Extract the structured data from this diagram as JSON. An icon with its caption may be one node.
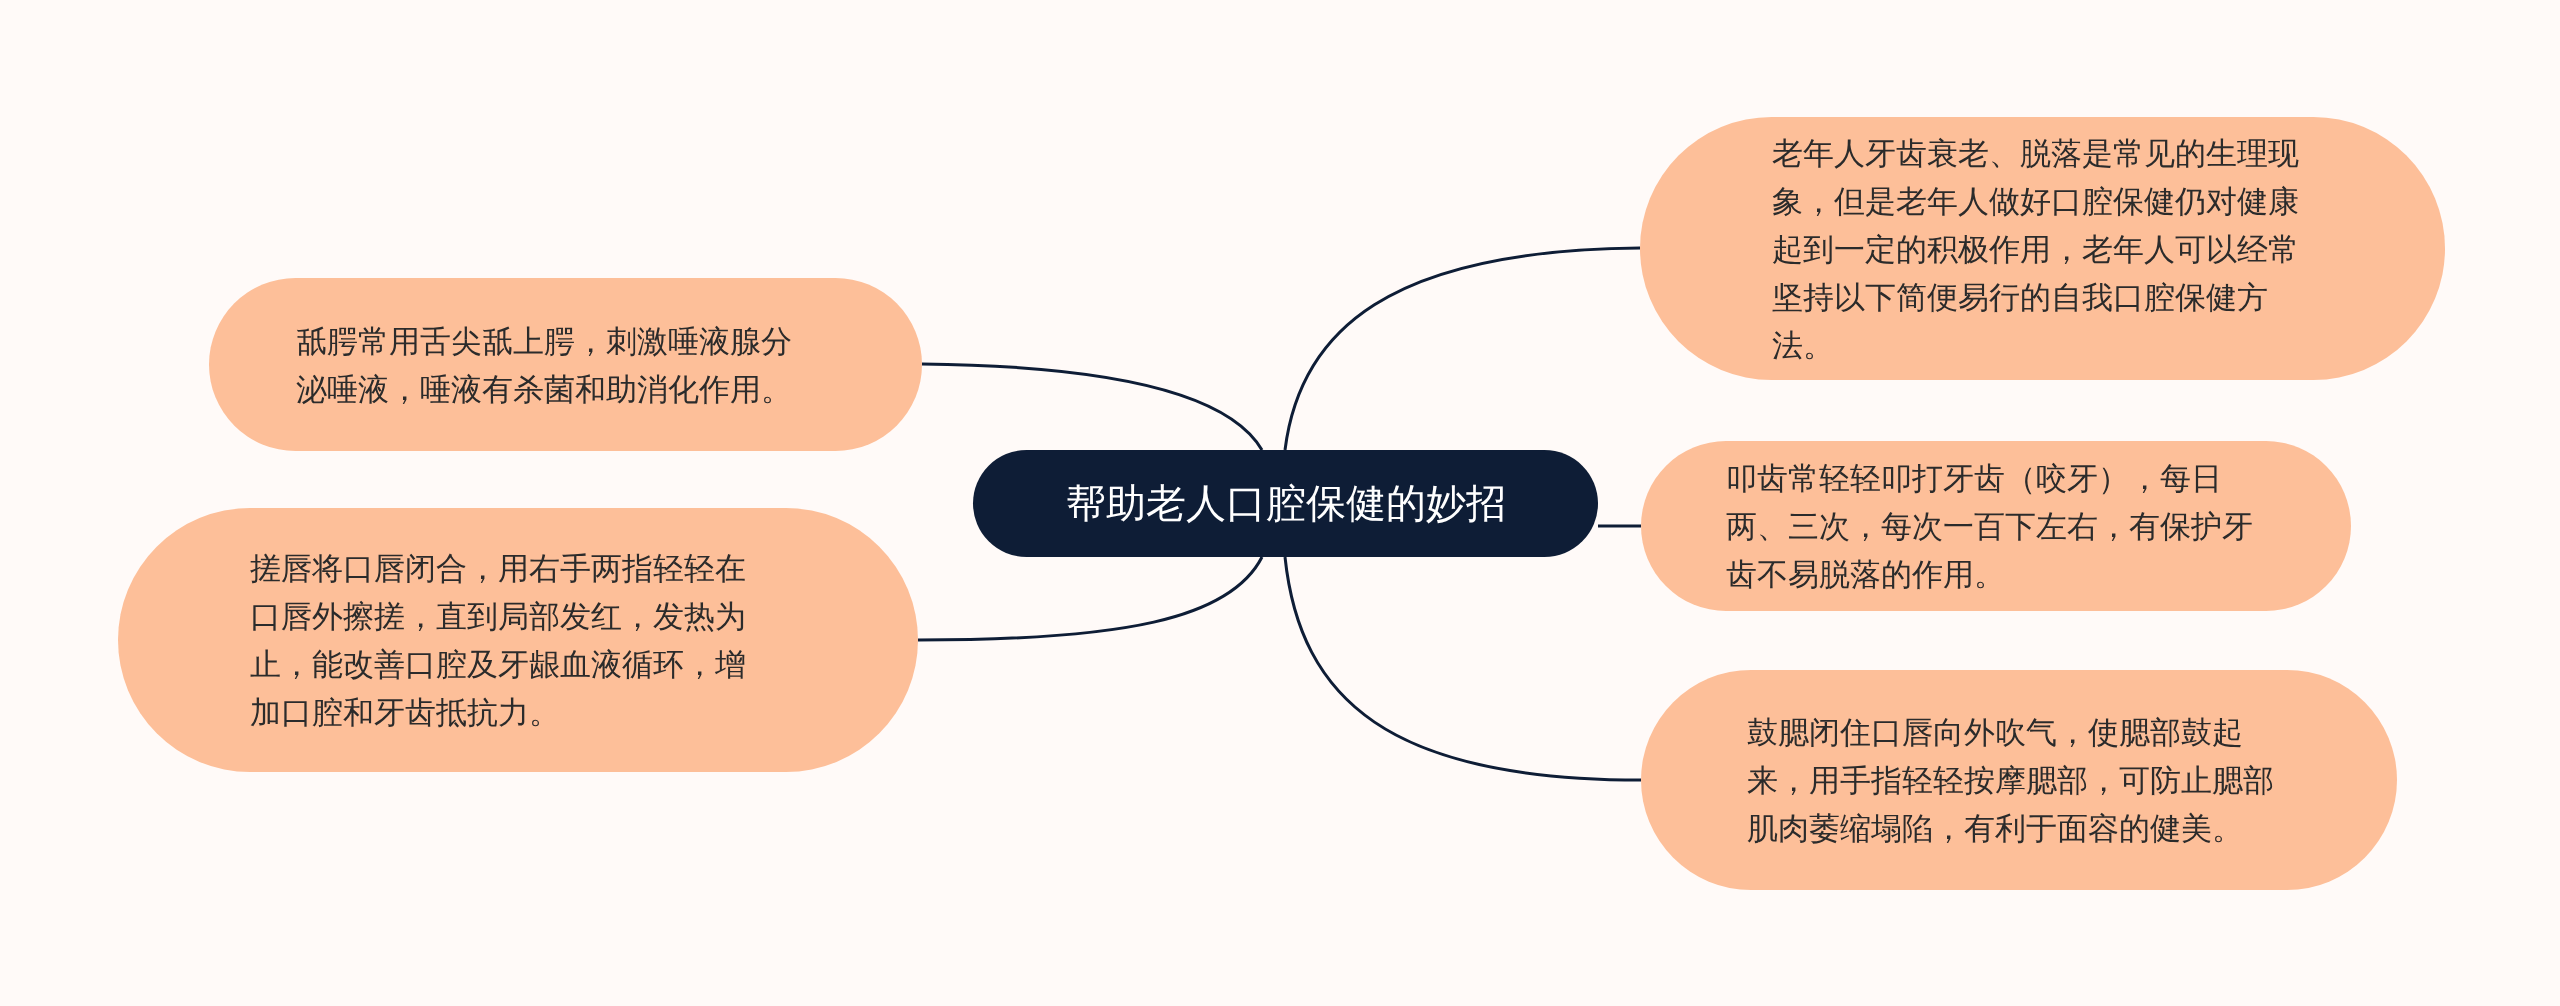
{
  "diagram": {
    "nodes": [
      {
        "text": [
          "帮助老人口腔保健的妙招"
        ]
      },
      {
        "text": [
          "舐腭常用舌尖舐上腭，刺激唾液腺分泌唾液，唾液有杀菌和助消化作用。"
        ]
      },
      {
        "text": [
          "搓唇将口唇闭合，用右手两指轻轻在口唇外擦搓，直到局部发红，发热为止，能改善口腔及牙龈血液循环，增加口腔和牙齿抵抗力。"
        ]
      },
      {
        "text": [
          "老年人牙齿衰老、脱落是常见的生理现象，但是老年人做好口腔保健仍对健康起到一定的积极作用，老年人可以经常坚持以下简便易行的自我口腔保健方法。"
        ]
      },
      {
        "text": [
          "叩齿常轻轻叩打牙齿（咬牙），每日两、三次，每次一百下左右，有保护牙齿不易脱落的作用。"
        ]
      },
      {
        "text": [
          "鼓腮闭住口唇向外吹气，使腮部鼓起来，用手指轻轻按摩腮部，可防止腮部肌肉萎缩塌陷，有利于面容的健美。"
        ]
      }
    ],
    "edges": [
      {
        "from": 0,
        "to": 1,
        "arrow": "none"
      },
      {
        "from": 0,
        "to": 2,
        "arrow": "none"
      },
      {
        "from": 0,
        "to": 3,
        "arrow": "none"
      },
      {
        "from": 0,
        "to": 4,
        "arrow": "none"
      },
      {
        "from": 0,
        "to": 5,
        "arrow": "none"
      }
    ]
  }
}
